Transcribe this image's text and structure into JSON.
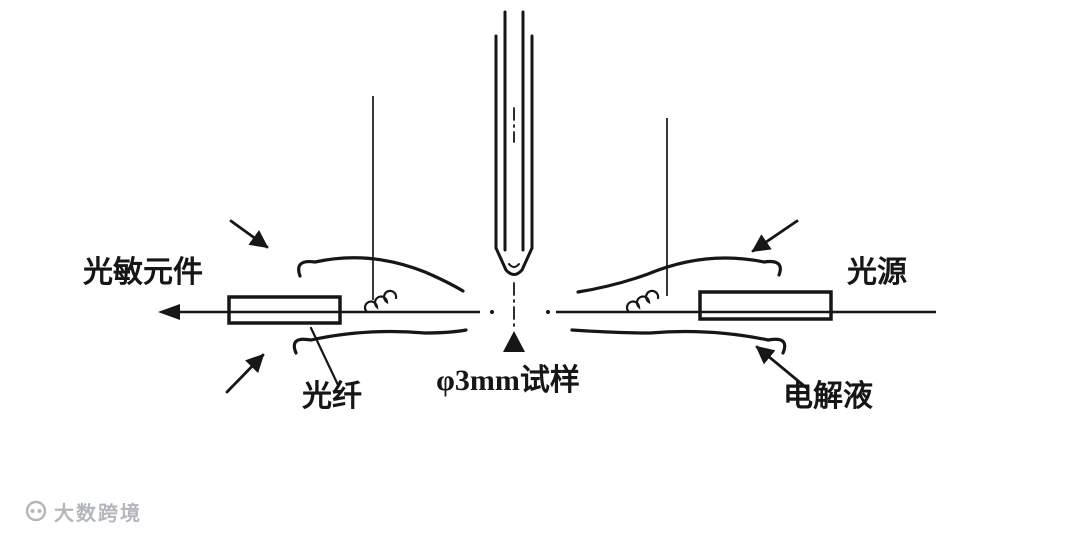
{
  "diagram": {
    "labels": {
      "photosensor": "光敏元件",
      "light_source": "光源",
      "optical_fiber": "光纤",
      "sample": "φ3mm试样",
      "electrolyte": "电解液"
    },
    "colors": {
      "ink": "#161616",
      "background": "#ffffff",
      "watermark": "#a6abb1"
    }
  },
  "watermark": {
    "text": "大数跨境"
  }
}
